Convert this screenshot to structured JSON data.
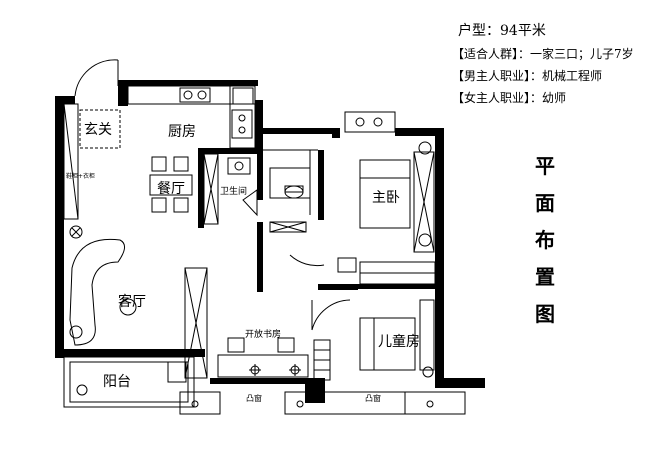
{
  "info": {
    "unit_type": "户型：94平米",
    "suitable": "【适合人群】：一家三口；儿子7岁",
    "male": "【男主人职业】：机械工程师",
    "female": "【女主人职业】：幼师"
  },
  "title_chars": [
    "平",
    "面",
    "布",
    "置",
    "图"
  ],
  "rooms": {
    "entrance": "玄关",
    "kitchen": "厨房",
    "dining": "餐厅",
    "bathroom": "卫生间",
    "master": "主卧",
    "living": "客厅",
    "study": "开放书房",
    "children": "儿童房",
    "balcony": "阳台",
    "window1": "凸窗",
    "window2": "凸窗",
    "shoe_cabinet": "鞋柜+衣柜"
  }
}
